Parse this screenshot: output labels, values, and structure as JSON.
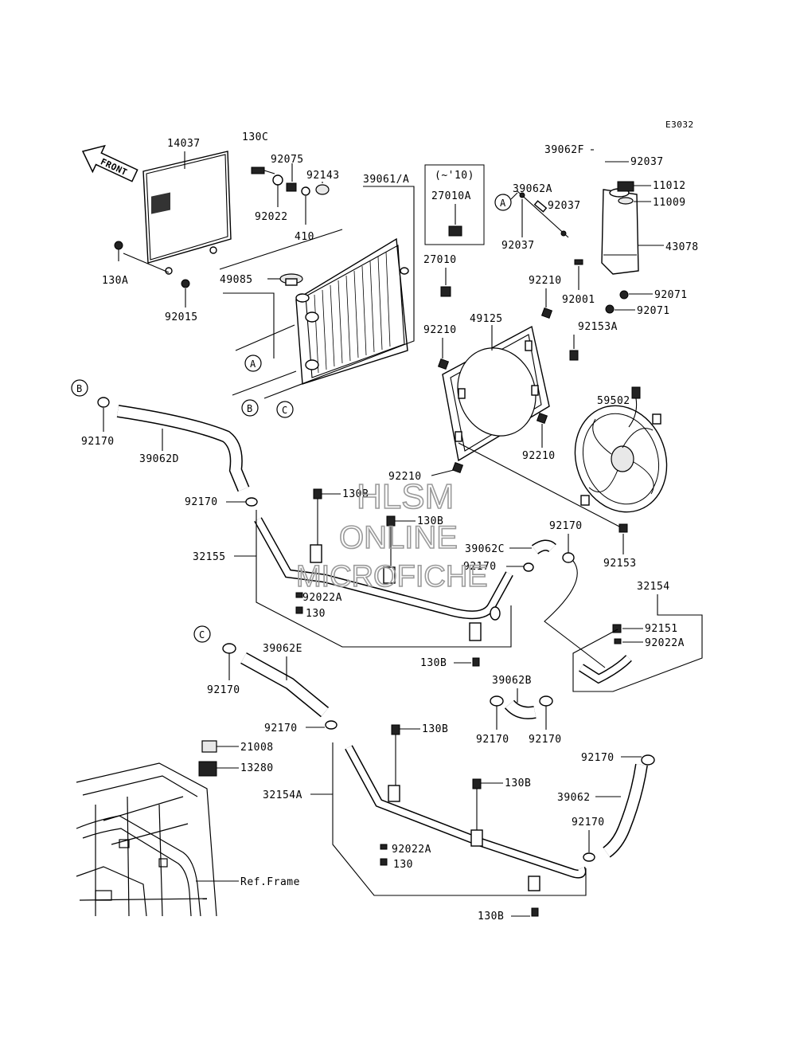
{
  "diagram_code": "E3032",
  "front_label": "FRONT",
  "watermark": [
    "HLSM",
    "ONLINE",
    "MICROFICHE"
  ],
  "variant_box": {
    "range": "(~'10)",
    "part": "27010A"
  },
  "callouts": {
    "a1": "A",
    "a2": "A",
    "b1": "B",
    "b2": "B",
    "c1": "C",
    "c2": "C"
  },
  "parts": {
    "p14037": "14037",
    "p130c": "130C",
    "p92075": "92075",
    "p92143": "92143",
    "p92022": "92022",
    "p410": "410",
    "p39061a": "39061/A",
    "p27010": "27010",
    "p130a": "130A",
    "p92015": "92015",
    "p49085": "49085",
    "p39062f": "39062F",
    "p92037a": "92037",
    "p11012": "11012",
    "p11009": "11009",
    "p39062a": "39062A",
    "p92037b": "92037",
    "p92037c": "92037",
    "p43078": "43078",
    "p92210a": "92210",
    "p92001": "92001",
    "p92071a": "92071",
    "p92071b": "92071",
    "p92210b": "92210",
    "p49125": "49125",
    "p92153a": "92153A",
    "p59502": "59502",
    "p92210c": "92210",
    "p92210d": "92210",
    "p92153": "92153",
    "p92170a": "92170",
    "p39062d": "39062D",
    "p92170b": "92170",
    "p130b1": "130B",
    "p130b2": "130B",
    "p32155": "32155",
    "p39062c": "39062C",
    "p92170c": "92170",
    "p92170d": "92170",
    "p92022a1": "92022A",
    "p130a1": "130",
    "p32154": "32154",
    "p92151": "92151",
    "p92022a2": "92022A",
    "p130b3": "130B",
    "p39062e": "39062E",
    "p92170e": "92170",
    "p39062b": "39062B",
    "p92170f": "92170",
    "p92170g": "92170",
    "p92170h": "92170",
    "p130b4": "130B",
    "p21008": "21008",
    "p13280": "13280",
    "p130b5": "130B",
    "p92170i": "92170",
    "p39062": "39062",
    "p32154a": "32154A",
    "p92170j": "92170",
    "p92022a3": "92022A",
    "p130a2": "130",
    "pref": "Ref.Frame",
    "p130b6": "130B"
  }
}
